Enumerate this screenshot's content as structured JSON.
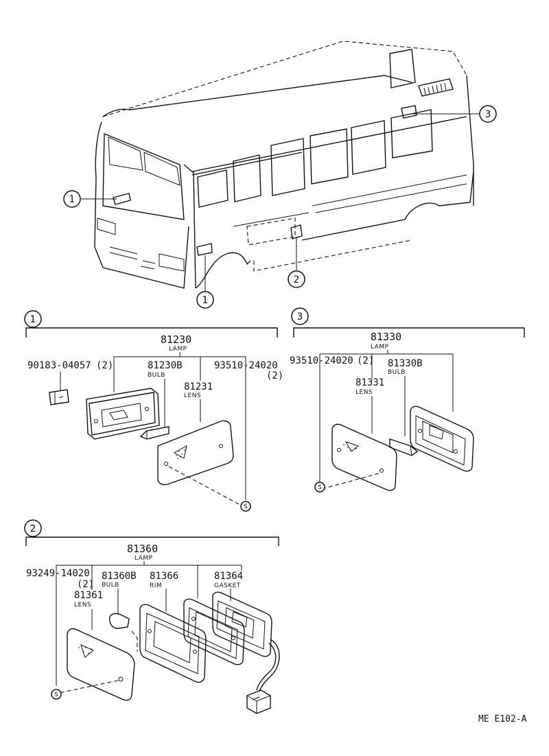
{
  "callouts": [
    "1",
    "2",
    "3"
  ],
  "screw_mark": "S",
  "group1": {
    "circle": "1",
    "lamp": {
      "no": "81230",
      "name": "LAMP"
    },
    "screw": {
      "no": "90183-04057",
      "qty": "(2)"
    },
    "bulb": {
      "no": "81230B",
      "name": "BULB"
    },
    "lens": {
      "no": "81231",
      "name": "LENS"
    },
    "screw2": {
      "no": "93510-24020",
      "qty": "(2)"
    }
  },
  "group3": {
    "circle": "3",
    "lamp": {
      "no": "81330",
      "name": "LAMP"
    },
    "screw": {
      "no": "93510-24020",
      "qty": "(2)"
    },
    "bulb": {
      "no": "81330B",
      "name": "BULB"
    },
    "lens": {
      "no": "81331",
      "name": "LENS"
    }
  },
  "group2": {
    "circle": "2",
    "lamp": {
      "no": "81360",
      "name": "LAMP"
    },
    "screw": {
      "no": "93249-14020",
      "qty": "(2)"
    },
    "bulb": {
      "no": "81360B",
      "name": "BULB"
    },
    "lens": {
      "no": "81361",
      "name": "LENS"
    },
    "rim": {
      "no": "81366",
      "name": "RIM"
    },
    "gasket": {
      "no": "81364",
      "name": "GASKET"
    }
  },
  "ref_code": "ME E102-A"
}
